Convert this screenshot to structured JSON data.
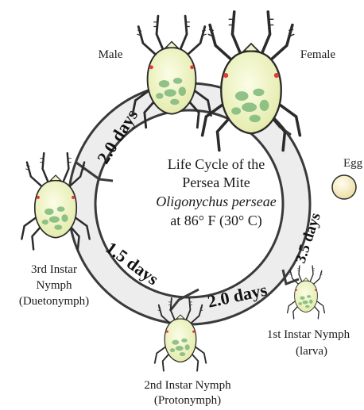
{
  "diagram": {
    "center_title": {
      "line1": "Life Cycle of the",
      "line2": "Persea Mite",
      "line3": "Oligonychus perseae",
      "line4": "at 86° F (30° C)"
    },
    "stages": {
      "male": "Male",
      "female": "Female",
      "egg": "Egg",
      "larva_line1": "1st Instar Nymph",
      "larva_line2": "(larva)",
      "protonymph_line1": "2nd Instar Nymph",
      "protonymph_line2": "(Protonymph)",
      "deutonymph_line1": "3rd Instar",
      "deutonymph_line2": "Nymph",
      "deutonymph_line3": "(Duetonymph)"
    },
    "durations": {
      "adult": "2.0 days",
      "egg_to_larva": "3.5 days",
      "larva_to_protonymph": "2.0 days",
      "protonymph_to_deutonymph": "1.5 days"
    },
    "colors": {
      "ring_fill": "#ededed",
      "ring_stroke": "#3a3a3a",
      "mite_body": "#eef3c6",
      "mite_spots": "#7fb87a",
      "mite_eyes": "#e23b3b",
      "egg": "#f7f1cf"
    }
  }
}
